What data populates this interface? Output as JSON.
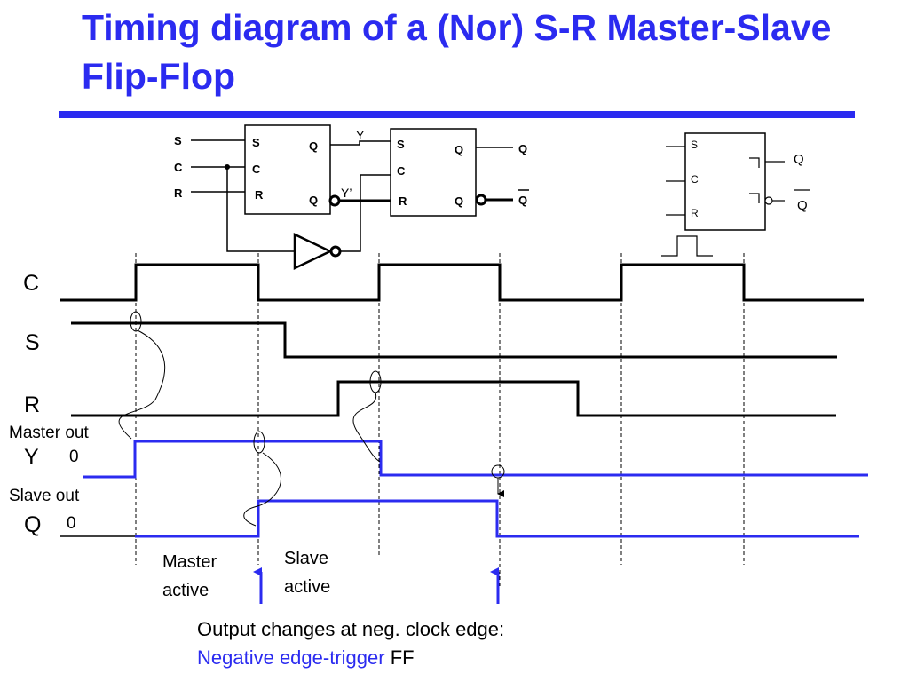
{
  "title": "Timing diagram of a (Nor) S-R Master-Slave Flip-Flop",
  "circuit": {
    "inputs": [
      "S",
      "C",
      "R"
    ],
    "master_pins": {
      "s": "S",
      "c": "C",
      "r": "R",
      "q": "Q",
      "qbar": "Q"
    },
    "slave_pins": {
      "s": "S",
      "c": "C",
      "r": "R",
      "q": "Q",
      "qbar": "Q"
    },
    "node_y": "Y",
    "node_ybar": "Y’",
    "output_q": "Q",
    "output_qbar": "Q"
  },
  "symbol": {
    "pins": [
      "S",
      "C",
      "R"
    ],
    "out_q": "Q",
    "out_qbar": "Q"
  },
  "signals": {
    "c_label": "C",
    "s_label": "S",
    "r_label": "R",
    "y_label": "Y",
    "y_note": "Master out",
    "y_initial": "0",
    "q_label": "Q",
    "q_note": "Slave out",
    "q_initial": "0"
  },
  "annotations": {
    "master_active": "Master active",
    "slave_active": "Slave active"
  },
  "caption": {
    "line1": "Output changes at neg. clock edge:",
    "line2_blue": "Negative edge-trigger",
    "line2_black": " FF"
  },
  "colors": {
    "title": "#2b2bf0",
    "signal_output": "#2b2bf0",
    "signal_input": "#000000"
  }
}
